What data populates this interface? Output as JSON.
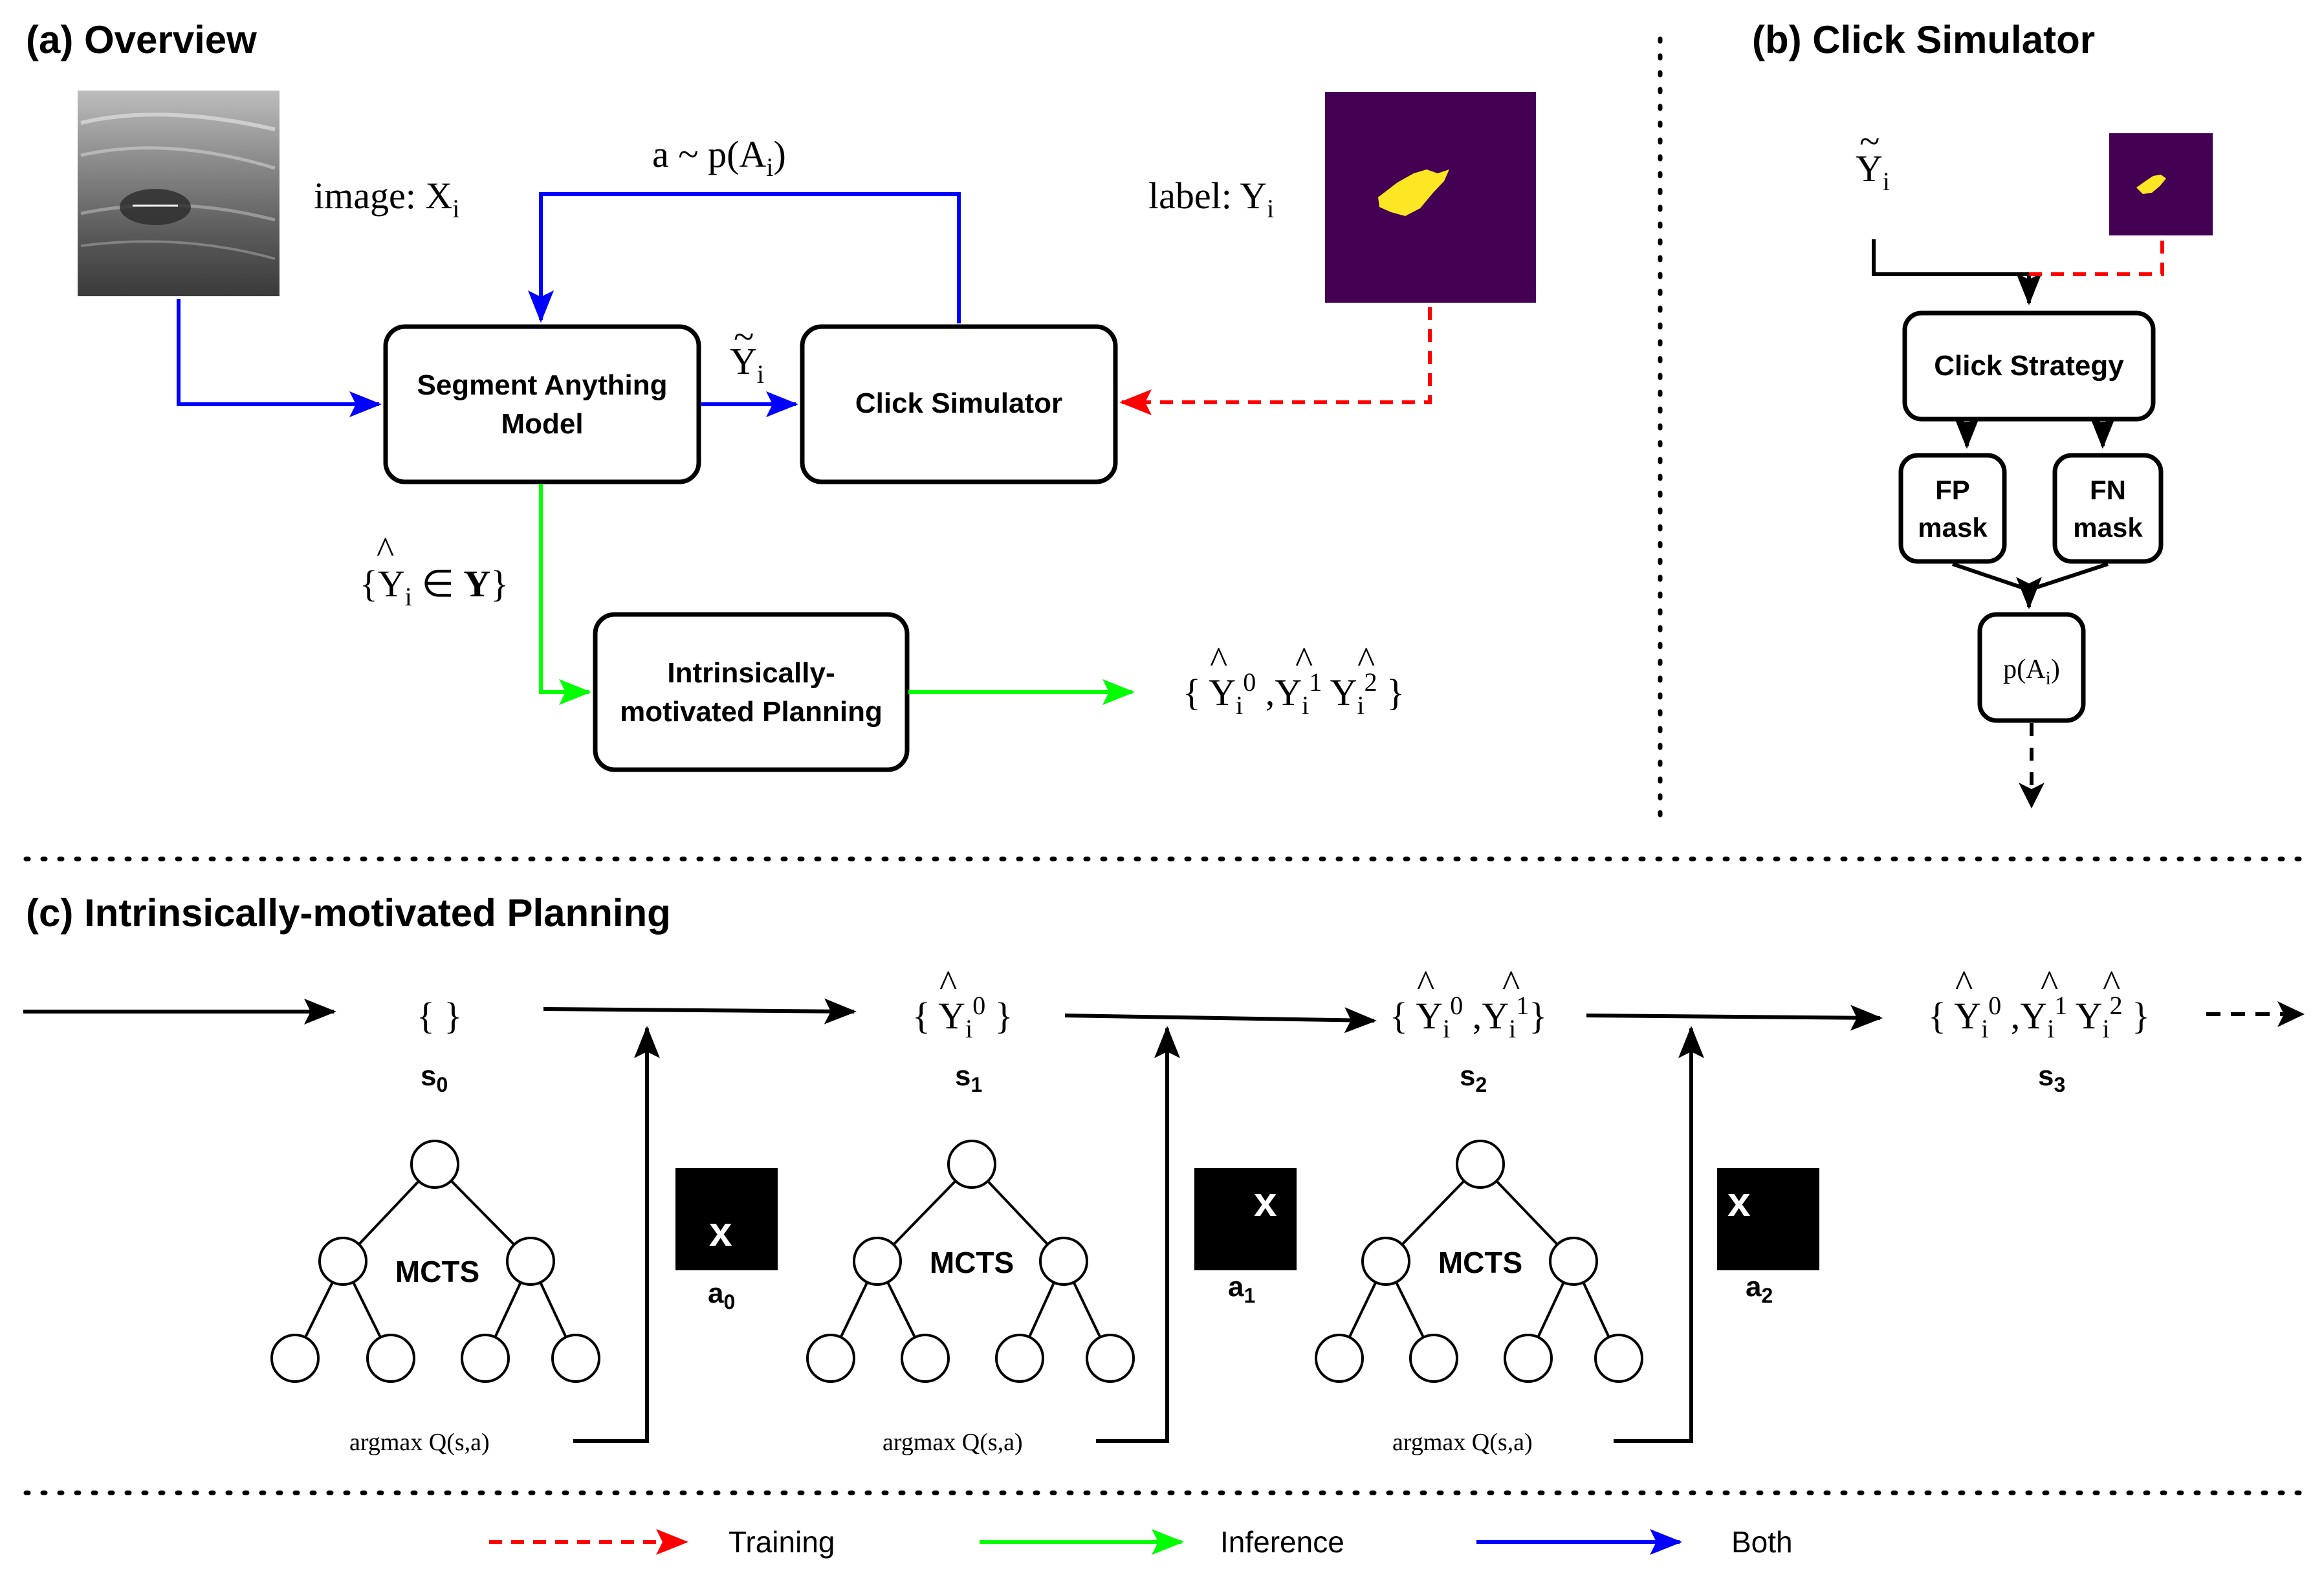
{
  "sections": {
    "overview_title": "(a) Overview",
    "click_sim_title": "(b) Click Simulator",
    "planning_title": "(c) Intrinsically-motivated Planning"
  },
  "overview": {
    "image_label_prefix": "image: X",
    "image_label_sub": "i",
    "label_prefix": "label: Y",
    "label_sub": "i",
    "action_prefix": "a ~ p(A",
    "action_sub": "i",
    "action_suffix": ")",
    "sam_line1": "Segment Anything",
    "sam_line2": "Model",
    "click_sim_box": "Click Simulator",
    "planning_line1": "Intrinsically-",
    "planning_line2": "motivated Planning",
    "y_tilde": "Y",
    "y_tilde_sub": "i",
    "hat_set_open": "{Y",
    "hat_set_sub": "i",
    "hat_set_in": " ∈ ",
    "hat_set_bold": "Y",
    "hat_set_close": "}"
  },
  "click_simulator": {
    "y_tilde": "Y",
    "y_tilde_sub": "i",
    "strategy": "Click Strategy",
    "fp_line1": "FP",
    "fp_line2": "mask",
    "fn_line1": "FN",
    "fn_line2": "mask",
    "prob_prefix": "p(A",
    "prob_sub": "i",
    "prob_suffix": ")"
  },
  "planning": {
    "states": [
      "s",
      "s",
      "s",
      "s"
    ],
    "state_subs": [
      "0",
      "1",
      "2",
      "3"
    ],
    "actions": [
      "a",
      "a",
      "a"
    ],
    "action_subs": [
      "0",
      "1",
      "2"
    ],
    "mcts_label": "MCTS",
    "argmax_label": "argmax Q(s,a)",
    "click_mark": "x",
    "empty_set": "{ }"
  },
  "legend": {
    "training": "Training",
    "inference": "Inference",
    "both": "Both"
  },
  "colors": {
    "training": "#ff0000",
    "inference": "#00ff00",
    "both": "#0000ff",
    "label_bg": "#440154",
    "label_fg": "#fde725"
  }
}
